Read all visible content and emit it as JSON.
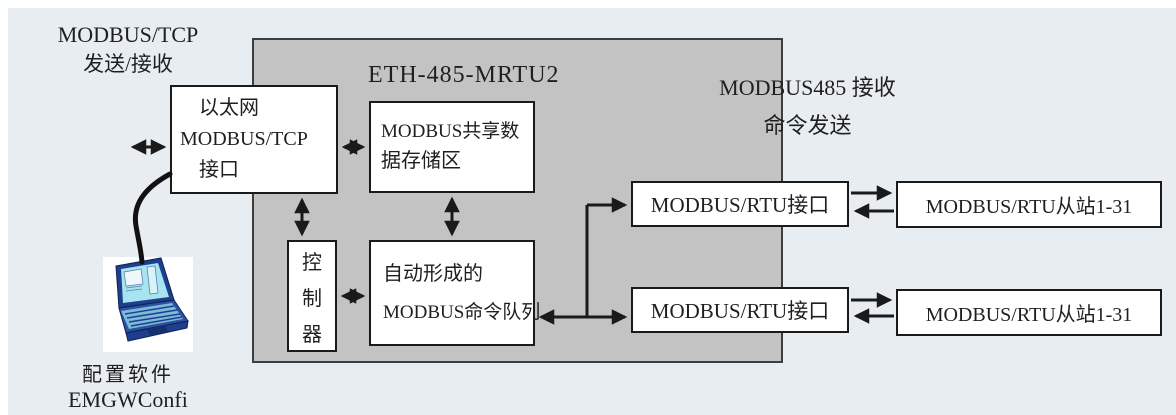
{
  "colors": {
    "page": "#ffffff",
    "panel": "#e8edf2",
    "gateway_fill": "#c3c3c3",
    "gateway_border": "#3d3d3d",
    "node_border": "#1a1a1a",
    "arrow": "#1a1a1a",
    "laptop_blue": "#2a52a0",
    "laptop_screen": "#a8e4f0"
  },
  "gateway": {
    "title": "ETH-485-MRTU2"
  },
  "labels": {
    "modbus_tcp": {
      "line1": "MODBUS/TCP",
      "line2": "发送/接收"
    },
    "modbus_485": {
      "line1": "MODBUS485 接收",
      "line2": "命令发送"
    },
    "config": {
      "line1": "配置软件",
      "line2": "EMGWConfi"
    }
  },
  "boxes": {
    "ethernet": {
      "line1": "以太网",
      "line2": "MODBUS/TCP",
      "line3": "接口"
    },
    "storage": {
      "line1": "MODBUS共享数",
      "line2": "据存储区"
    },
    "controller": {
      "char1": "控",
      "char2": "制",
      "char3": "器"
    },
    "queue": {
      "line1": "自动形成的",
      "line2": "MODBUS命令队列"
    },
    "rtu_if1": {
      "label": "MODBUS/RTU接口"
    },
    "rtu_if2": {
      "label": "MODBUS/RTU接口"
    },
    "slaves1": {
      "label": "MODBUS/RTU从站1-31"
    },
    "slaves2": {
      "label": "MODBUS/RTU从站1-31"
    }
  }
}
